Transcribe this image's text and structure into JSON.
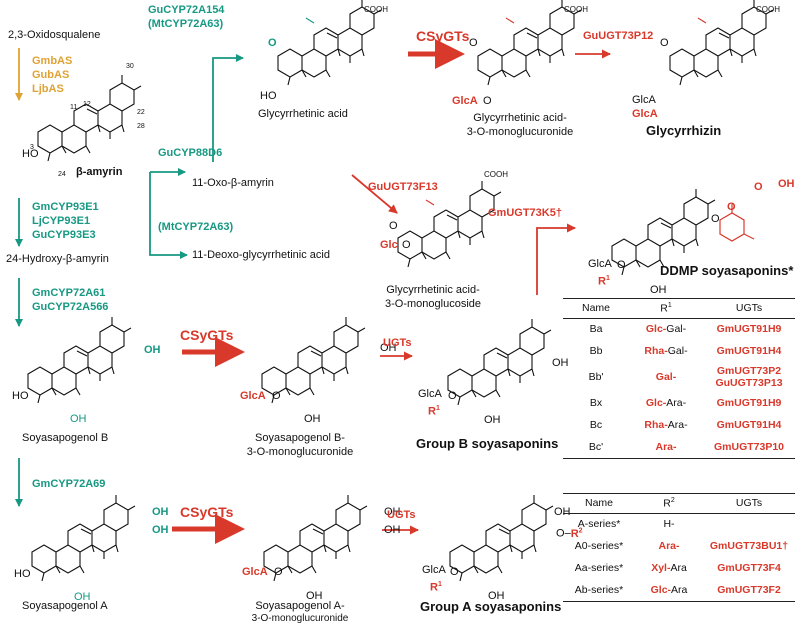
{
  "start": "2,3-Oxidosqualene",
  "bas_enzymes": [
    "GmbAS",
    "GubAS",
    "LjbAS"
  ],
  "beta_amyrin": "β-amyrin",
  "carbons": {
    "c3": "3",
    "c11": "11",
    "c12": "12",
    "c22": "22",
    "c24": "24",
    "c28": "28",
    "c30": "30"
  },
  "ho": "HO",
  "oh": "OH",
  "o": "O",
  "cooh": "COOH",
  "glca": "GlcA",
  "glc": "Glc",
  "r1": "R",
  "r1sup": "1",
  "r2": "R",
  "r2sup": "2",
  "enz": {
    "cyp88d6": "GuCYP88D6",
    "cyp72a154": "GuCYP72A154",
    "mtcyp72a63": "(MtCYP72A63)",
    "mtcyp72a63b": "(MtCYP72A63)",
    "cyp93": [
      "GmCYP93E1",
      "LjCYP93E1",
      "GuCYP93E3"
    ],
    "cyp72a61": [
      "GmCYP72A61",
      "GuCYP72A566"
    ],
    "cyp72a69": "GmCYP72A69",
    "ugt73p12": "GuUGT73P12",
    "ugt73f13": "GuUGT73F13",
    "ugt73k5": "GmUGT73K5†"
  },
  "csygts": "CSyGTs",
  "ugts": "UGTs",
  "compounds": {
    "oxo_amyrin": "11-Oxo-β-amyrin",
    "deoxo_ga": "11-Deoxo-glycyrrhetinic acid",
    "hydroxy_amyrin": "24-Hydroxy-β-amyrin",
    "ga": "Glycyrrhetinic acid",
    "ga_mono": [
      "Glycyrrhetinic acid-",
      "3-O-monoglucuronide"
    ],
    "glycyrrhizin": "Glycyrrhizin",
    "ga_monoglc": [
      "Glycyrrhetinic acid-",
      "3-O-monoglucoside"
    ],
    "ddmp": "DDMP soyasaponins*",
    "sapb": "Soyasapogenol B",
    "sapb_mono": [
      "Soyasapogenol B-",
      "3-O-monoglucuronide"
    ],
    "groupb": "Group B soyasaponins",
    "sapa": "Soyasapogenol A",
    "sapa_mono": [
      "Soyasapogenol A-",
      "3-O-monoglucuronide"
    ],
    "groupa": "Group A soyasaponins"
  },
  "table1": {
    "headers": [
      "Name",
      "R1",
      "UGTs"
    ],
    "rows": [
      {
        "name": "Ba",
        "r_red": "Glc-",
        "r_black": "Gal-",
        "ugts": [
          "GmUGT91H9"
        ]
      },
      {
        "name": "Bb",
        "r_red": "Rha-",
        "r_black": "Gal-",
        "ugts": [
          "GmUGT91H4"
        ]
      },
      {
        "name": "Bb'",
        "r_red": "Gal-",
        "r_black": "",
        "ugts": [
          "GmUGT73P2",
          "GuUGT73P13"
        ]
      },
      {
        "name": "Bx",
        "r_red": "Glc-",
        "r_black": "Ara-",
        "ugts": [
          "GmUGT91H9"
        ]
      },
      {
        "name": "Bc",
        "r_red": "Rha-",
        "r_black": "Ara-",
        "ugts": [
          "GmUGT91H4"
        ]
      },
      {
        "name": "Bc'",
        "r_red": "Ara-",
        "r_black": "",
        "ugts": [
          "GmUGT73P10"
        ]
      }
    ]
  },
  "table2": {
    "headers": [
      "Name",
      "R2",
      "UGTs"
    ],
    "rows": [
      {
        "name": "A-series*",
        "r_red": "",
        "r_black": "H-",
        "ugts": [
          ""
        ]
      },
      {
        "name": "A0-series*",
        "r_red": "Ara-",
        "r_black": "",
        "ugts": [
          "GmUGT73BU1†"
        ]
      },
      {
        "name": "Aa-series*",
        "r_red": "Xyl-",
        "r_black": "Ara",
        "ugts": [
          "GmUGT73F4"
        ]
      },
      {
        "name": "Ab-series*",
        "r_red": "Glc-",
        "r_black": "Ara",
        "ugts": [
          "GmUGT73F2"
        ]
      }
    ]
  },
  "colors": {
    "gold": "#dfa234",
    "teal": "#179883",
    "red": "#d8392b"
  }
}
